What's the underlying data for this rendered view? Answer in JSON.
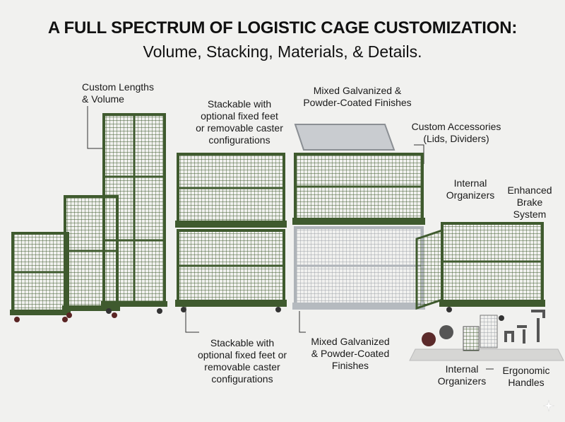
{
  "header": {
    "title": "A FULL SPECTRUM OF LOGISTIC CAGE CUSTOMIZATION:",
    "subtitle": "Volume, Stacking, Materials, & Details."
  },
  "labels": {
    "custom_lengths_1": "Custom Lengths",
    "custom_lengths_2": "& Volume",
    "stack_top_1": "Stackable with",
    "stack_top_2": "optional fixed feet",
    "stack_top_3": "or removable caster",
    "stack_top_4": "configurations",
    "mixed_top_1": "Mixed Galvanized &",
    "mixed_top_2": "Powder-Coated Finishes",
    "accessories_1": "Custom Accessories",
    "accessories_2": "(Lids, Dividers)",
    "organizers_top_1": "Internal",
    "organizers_top_2": "Organizers",
    "brake_1": "Enhanced",
    "brake_2": "Brake",
    "brake_3": "System",
    "stack_bottom_1": "Stackable with",
    "stack_bottom_2": "optional fixed feet or",
    "stack_bottom_3": "removable caster",
    "stack_bottom_4": "configurations",
    "mixed_bottom_1": "Mixed Galvanized",
    "mixed_bottom_2": "& Powder-Coated",
    "mixed_bottom_3": "Finishes",
    "organizers_bottom_1": "Internal",
    "organizers_bottom_2": "Organizers",
    "handles_1": "Ergonomic",
    "handles_2": "Handles"
  },
  "colors": {
    "green_cage": "#3f5a2e",
    "galvanized": "#c8ccd0",
    "background": "#f1f1ef"
  }
}
